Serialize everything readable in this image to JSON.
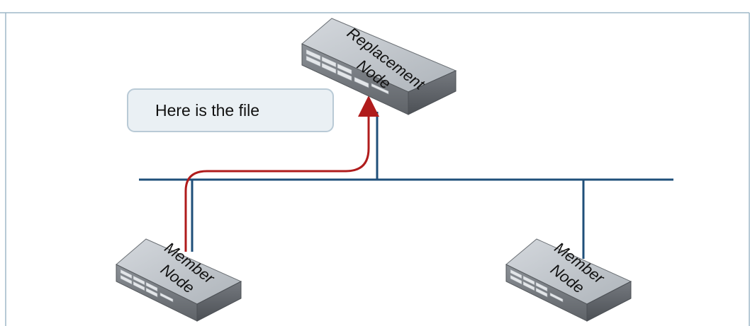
{
  "diagram": {
    "callout_text": "Here is the file",
    "nodes": {
      "replacement": {
        "line1": "Replacement",
        "line2": "Node"
      },
      "member_left": {
        "line1": "Member",
        "line2": "Node"
      },
      "member_right": {
        "line1": "Member",
        "line2": "Node"
      }
    },
    "colors": {
      "network_line": "#1f4f7a",
      "transfer_arrow": "#b01c1c",
      "frame": "#9fb8c8",
      "callout_fill": "#eaf0f4",
      "callout_border": "#b9cad6"
    }
  }
}
